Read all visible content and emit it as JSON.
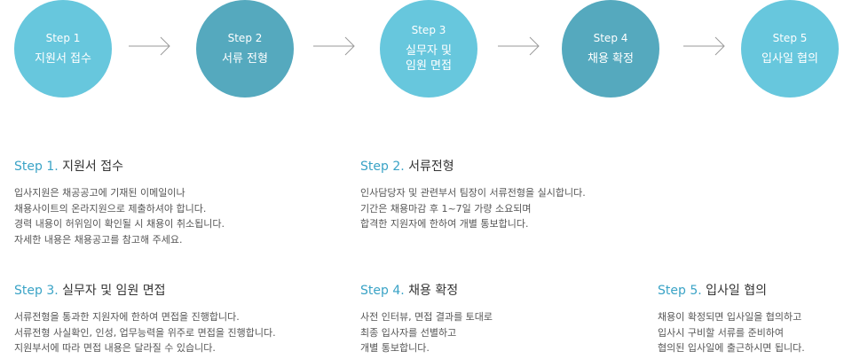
{
  "colors": {
    "circle_light": "#67c7dd",
    "circle_dark": "#55a9be",
    "step_accent": "#3aa3c6"
  },
  "steps": [
    {
      "step": "Step 1",
      "title": "지원서 접수"
    },
    {
      "step": "Step 2",
      "title": "서류 전형"
    },
    {
      "step": "Step 3",
      "title": "실무자 및\n임원 면접"
    },
    {
      "step": "Step 4",
      "title": "채용 확정"
    },
    {
      "step": "Step 5",
      "title": "입사일 협의"
    }
  ],
  "arrow_icon": "arrow-right-icon",
  "details": [
    {
      "num": "Step 1.",
      "name": "지원서 접수",
      "text": "입사지원은 채공공고에 기재된 이메일이나\n채용사이트의 온라지원으로 제출하셔야 합니다.\n경력 내용이 허위임이 확인될 시 채용이 취소됩니다.\n자세한 내용은 채용공고를 참고해 주세요."
    },
    {
      "num": "Step 2.",
      "name": "서류전형",
      "text": "인사담당자 및 관련부서 팀장이 서류전형을 실시합니다.\n기간은 채용마감 후 1~7일 가량 소요되며\n합격한 지원자에 한하여 개별 통보합니다."
    },
    {
      "num": "Step 3.",
      "name": "실무자 및 임원 면접",
      "text": "서류전형을 통과한 지원자에 한하여 면접을 진행합니다.\n서류전형 사실확인, 인성, 업무능력을 위주로 면접을 진행합니다.\n지원부서에 따라 면접 내용은 달라질 수 있습니다."
    },
    {
      "num": "Step 4.",
      "name": "채용 확정",
      "text": "사전 인터뷰, 면접 결과를 토대로\n최종 입사자를 선별하고\n개별 통보합니다."
    },
    {
      "num": "Step 5.",
      "name": "입사일 협의",
      "text": "채용이 확정되면 입사일을 협의하고\n입사시 구비할 서류를 준비하여\n협의된 입사일에 출근하시면 됩니다."
    }
  ]
}
